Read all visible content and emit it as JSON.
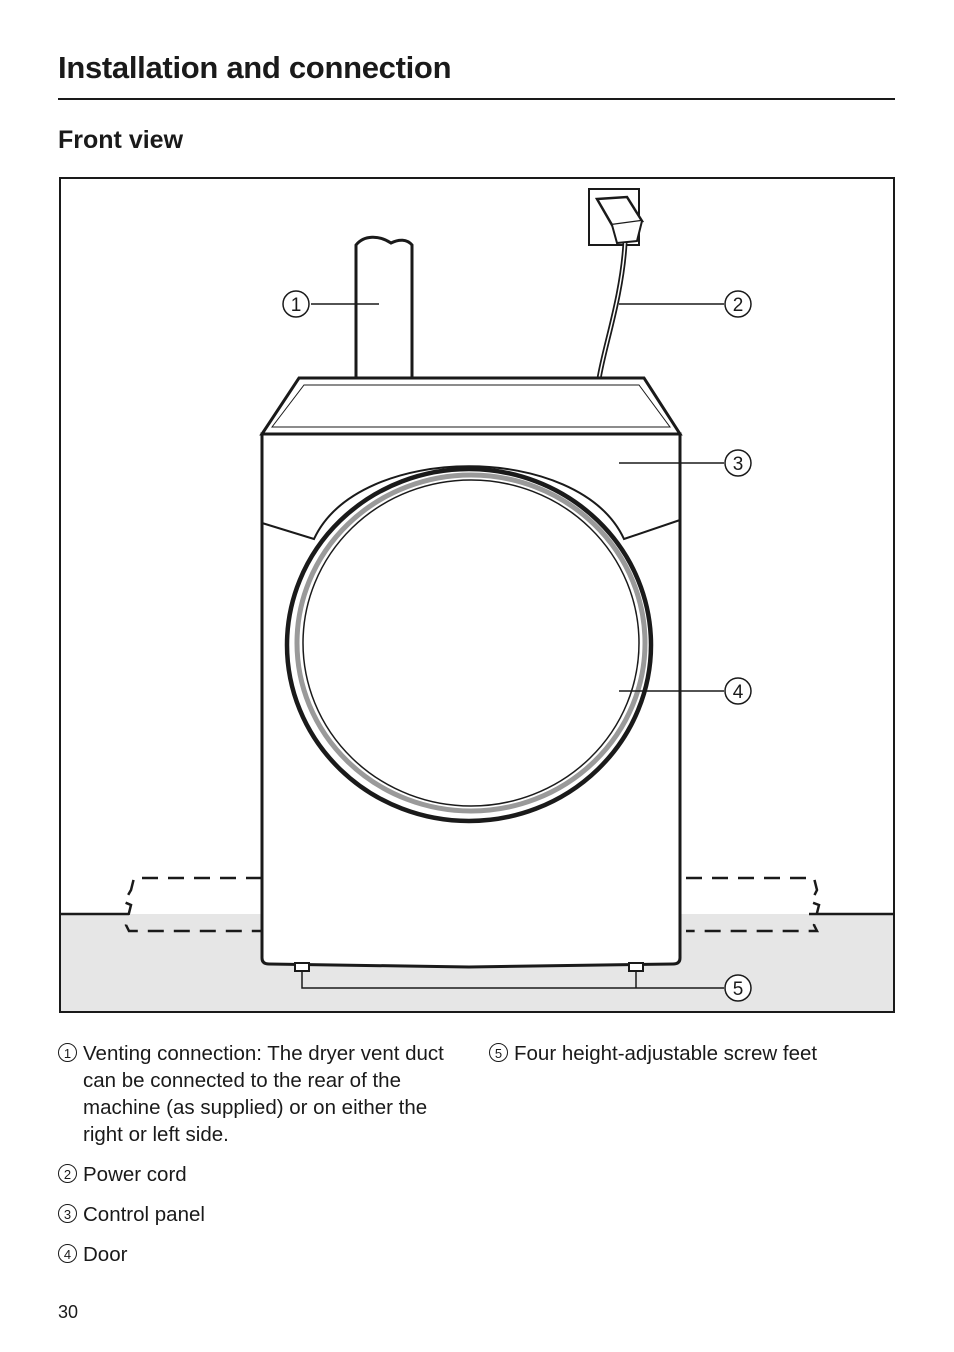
{
  "header": {
    "title": "Installation and connection"
  },
  "section": {
    "title": "Front view"
  },
  "figure": {
    "callouts": [
      "1",
      "2",
      "3",
      "4",
      "5"
    ]
  },
  "legend": {
    "items": [
      {
        "number": "1",
        "text": "Venting connection: The dryer vent duct can be connected to the rear of the machine (as supplied) or on either the right or left side."
      },
      {
        "number": "2",
        "text": "Power cord"
      },
      {
        "number": "3",
        "text": "Control panel"
      },
      {
        "number": "4",
        "text": "Door"
      },
      {
        "number": "5",
        "text": "Four height-adjustable screw feet"
      }
    ]
  },
  "footer": {
    "page_number": "30"
  }
}
